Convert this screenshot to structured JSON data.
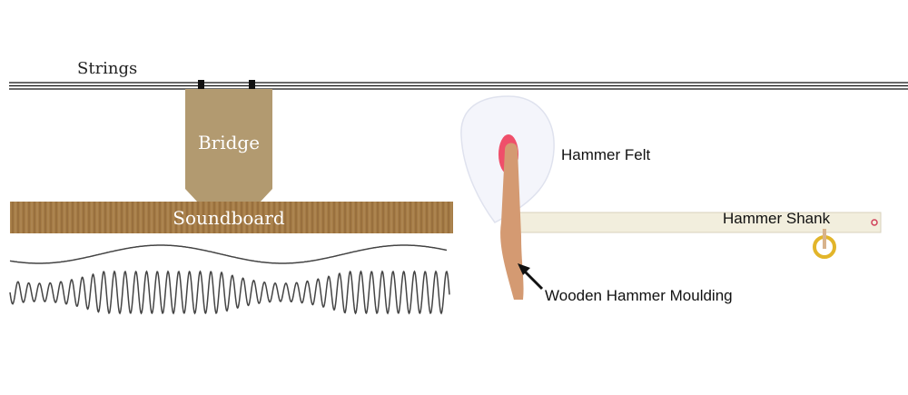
{
  "labels": {
    "strings": "Strings",
    "bridge": "Bridge",
    "soundboard": "Soundboard",
    "hammer_felt": "Hammer Felt",
    "hammer_shank": "Hammer Shank",
    "hammer_moulding": "Wooden Hammer Moulding"
  },
  "colors": {
    "wood_bridge": "#b29a70",
    "wood_soundboard": "#a57c46",
    "felt": "#f4f5fb",
    "felt_core": "#ef4f6a",
    "moulding": "#d49a72",
    "shank": "#f2eedd",
    "flange": "#e2b52a",
    "wave": "#444444"
  }
}
